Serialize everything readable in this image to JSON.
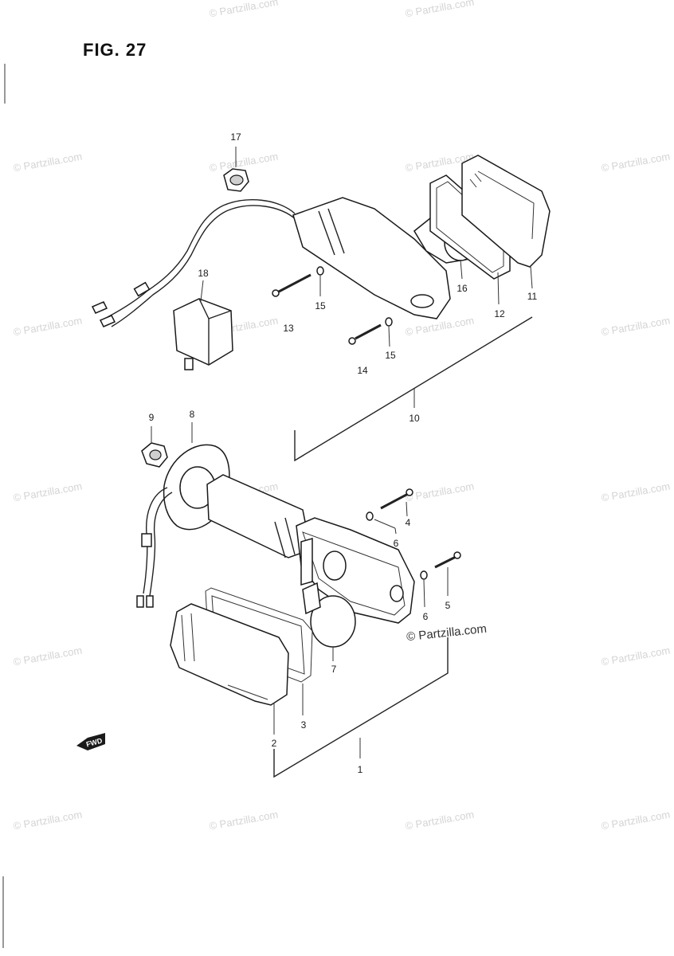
{
  "figure": {
    "title": "FIG. 27"
  },
  "callouts": {
    "c1": "1",
    "c2": "2",
    "c3": "3",
    "c4": "4",
    "c5": "5",
    "c6a": "6",
    "c6b": "6",
    "c7": "7",
    "c8": "8",
    "c9": "9",
    "c10": "10",
    "c11": "11",
    "c12": "12",
    "c13": "13",
    "c14": "14",
    "c15a": "15",
    "c15b": "15",
    "c16": "16",
    "c17": "17",
    "c18": "18"
  },
  "fwd_label": "FWD",
  "watermark": "© Partzilla.com",
  "center_watermark": "© Partzilla.com"
}
